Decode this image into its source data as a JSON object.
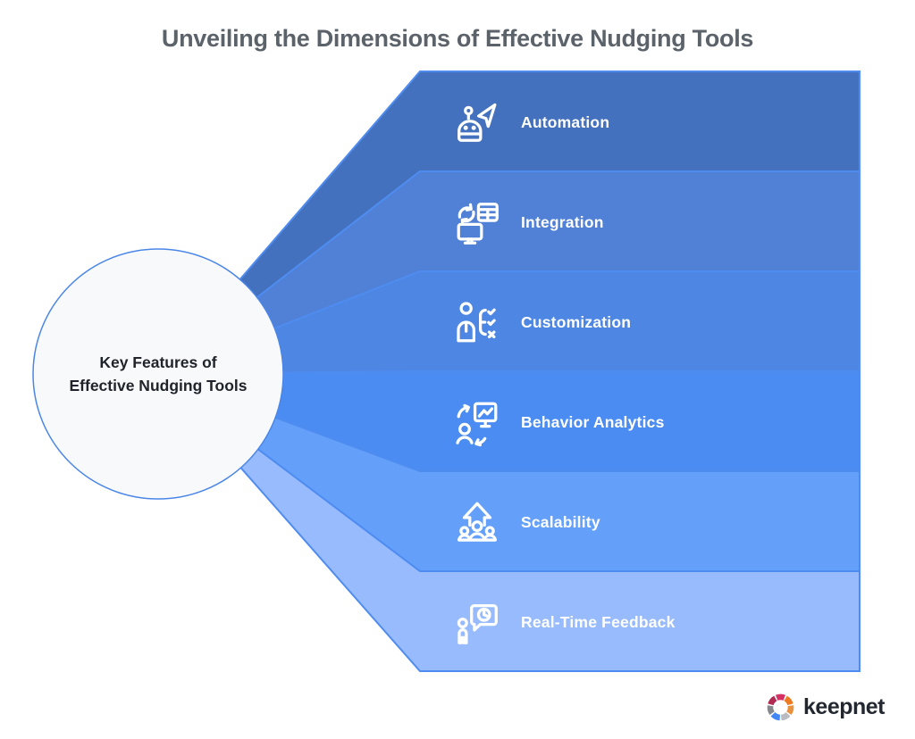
{
  "title": "Unveiling the Dimensions of Effective Nudging Tools",
  "center": {
    "line1": "Key Features of",
    "line2": "Effective Nudging Tools"
  },
  "features": [
    {
      "label": "Automation",
      "color": "#4471bd",
      "icon": "automation-robot-cursor-icon"
    },
    {
      "label": "Integration",
      "color": "#5081d6",
      "icon": "integration-sync-systems-icon"
    },
    {
      "label": "Customization",
      "color": "#4d86e3",
      "icon": "customization-user-checklist-icon"
    },
    {
      "label": "Behavior Analytics",
      "color": "#4a8cf2",
      "icon": "behavior-analytics-user-chart-icon"
    },
    {
      "label": "Scalability",
      "color": "#64a0fa",
      "icon": "scalability-growth-arrow-users-icon"
    },
    {
      "label": "Real-Time Feedback",
      "color": "#98bbfd",
      "icon": "realtime-feedback-clock-bubble-icon"
    }
  ],
  "colors": {
    "band_stroke": "#4f8cf0",
    "circle_fill": "#f8f9fa",
    "circle_stroke": "#4a86e8",
    "title_text": "#5b6269",
    "band_label_text": "#ffffff",
    "center_text": "#20242a"
  },
  "logo": {
    "text": "keepnet",
    "icon": "keepnet-swirl-icon",
    "segment_colors": [
      "#d63163",
      "#ee7a1f",
      "#e8923d",
      "#b9bcc0",
      "#4285f4",
      "#85898e",
      "#b02a52"
    ]
  }
}
